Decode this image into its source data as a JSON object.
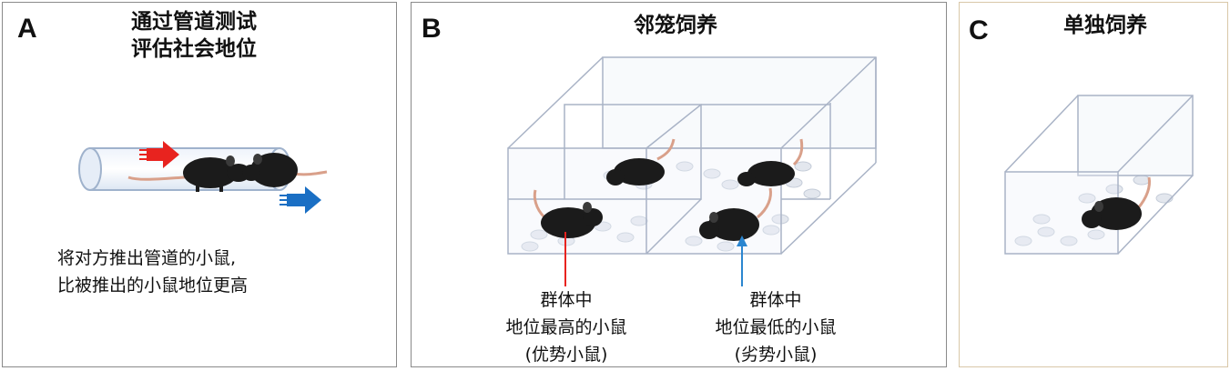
{
  "panels": {
    "a": {
      "letter": "A",
      "title_line1": "通过管道测试",
      "title_line2": "评估社会地位",
      "caption_line1": "将对方推出管道的小鼠,",
      "caption_line2": "比被推出的小鼠地位更高"
    },
    "b": {
      "letter": "B",
      "title": "邻笼饲养",
      "dominant_label": {
        "line1": "群体中",
        "line2": "地位最高的小鼠",
        "line3": "(优势小鼠)"
      },
      "subordinate_label": {
        "line1": "群体中",
        "line2": "地位最低的小鼠",
        "line3": "(劣势小鼠)"
      }
    },
    "c": {
      "letter": "C",
      "title": "单独饲养"
    }
  },
  "colors": {
    "push_arrow": "#e8231f",
    "pushed_out_arrow": "#1a6fc4",
    "dominant_pointer": "#e8231f",
    "subordinate_pointer": "#2b86d0",
    "cage_line": "#a9b3c6",
    "mouse_body": "#1b1b1b",
    "mouse_tail": "#d9a08a"
  }
}
